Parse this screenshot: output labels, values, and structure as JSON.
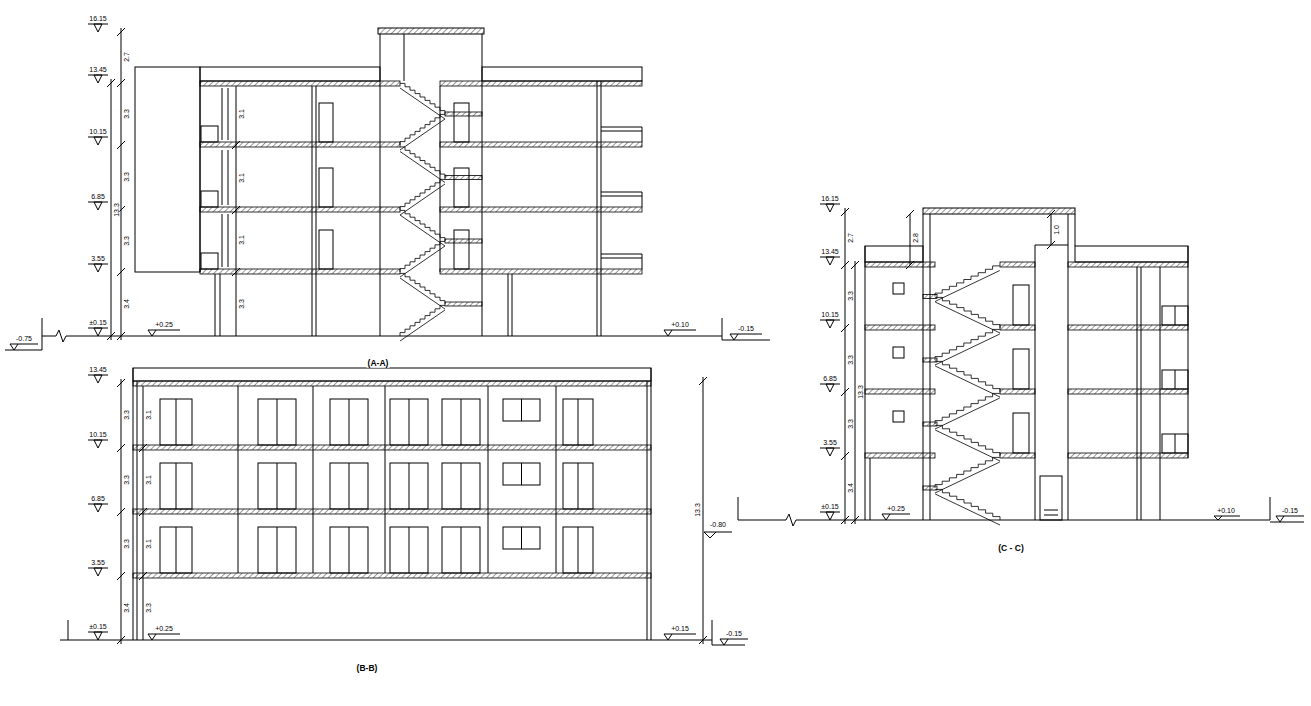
{
  "diagram": {
    "labels": [
      "16.15",
      "13.45",
      "10.15",
      "6.85",
      "3.55",
      "±0.15",
      "-0.75",
      "2.7",
      "3.3",
      "3.3",
      "3.3",
      "3.4",
      "13.3",
      "3.1",
      "3.1",
      "3.1",
      "3.3",
      "+0.25",
      "+0.10",
      "-0.15",
      "(A-A)",
      "13.45",
      "10.15",
      "6.85",
      "3.55",
      "±0.15",
      "3.3",
      "3.3",
      "3.3",
      "3.4",
      "3.1",
      "3.1",
      "3.1",
      "3.3",
      "+0.25",
      "+0.15",
      "-0.15",
      "13.3",
      "(B-B)",
      "16.15",
      "13.45",
      "10.15",
      "6.85",
      "3.55",
      "±0.15",
      "2.7",
      "3.3",
      "3.3",
      "3.3",
      "3.4",
      "13.3",
      "2.8",
      "1.0",
      "+0.25",
      "+0.10",
      "-0.15",
      "-0.80",
      "(C - C)"
    ]
  }
}
